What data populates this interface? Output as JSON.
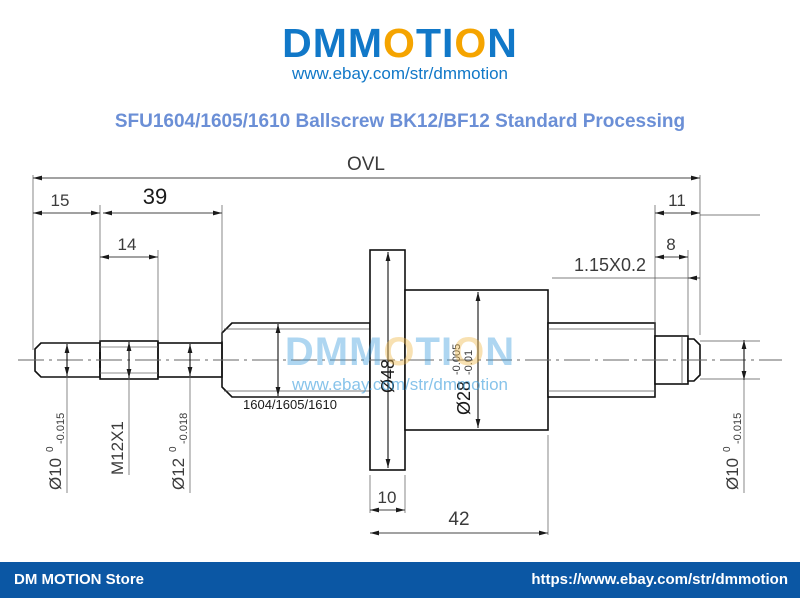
{
  "header": {
    "logo_part_blue_1": "DMM",
    "logo_part_orange": "O",
    "logo_part_blue_2": "TI",
    "logo_part_orange_2": "O",
    "logo_part_blue_3": "N",
    "url": "www.ebay.com/str/dmmotion",
    "title": "SFU1604/1605/1610 Ballscrew BK12/BF12 Standard Processing",
    "brand_blue": "#1178c8",
    "brand_orange": "#f5a400",
    "title_color": "#6b8fd6"
  },
  "watermark": {
    "logo_blue_1": "DMM",
    "logo_orange_1": "O",
    "logo_blue_2": "TI",
    "logo_orange_2": "O",
    "logo_blue_3": "N",
    "url": "www.ebay.com/str/dmmotion"
  },
  "drawing": {
    "overall_label": "OVL",
    "dimensions": {
      "left_journal_length": "15",
      "thread_to_shoulder": "39",
      "thread_length": "14",
      "nut_flange_thickness": "10",
      "nut_body_length": "42",
      "right_step_length": "11",
      "right_journal_length": "8"
    },
    "diameters": {
      "left_journal": "Ø10",
      "left_journal_tol_upper": "0",
      "left_journal_tol_lower": "-0.015",
      "thread": "M12X1",
      "left_shoulder": "Ø12",
      "left_shoulder_tol_upper": "0",
      "left_shoulder_tol_lower": "-0.018",
      "flange": "Ø48",
      "nut_body": "Ø28",
      "nut_body_tol_upper": "-0.005",
      "nut_body_tol_lower": "-0.01",
      "right_journal": "Ø10",
      "right_journal_tol_upper": "0",
      "right_journal_tol_lower": "-0.015"
    },
    "notes": {
      "screw_spec": "1604/1605/1610",
      "chamfer": "1.15X0.2"
    }
  },
  "footer": {
    "store": "DM MOTION Store",
    "url": "https://www.ebay.com/str/dmmotion",
    "background": "#0b57a4"
  }
}
